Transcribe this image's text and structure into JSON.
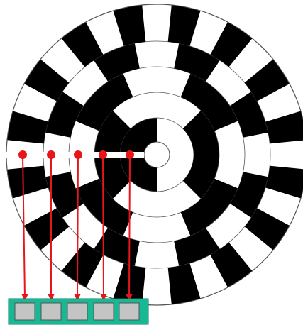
{
  "colors": {
    "ring_dark": "#000000",
    "ring_light": "#ffffff",
    "ring_outline": "#555555",
    "reader_line": "#e8151b",
    "reader_dot": "#e8151b",
    "sensor_board": "#18b894",
    "sensor_cell": "#c4c4c4"
  },
  "encoder": {
    "track_count": 5,
    "segments_per_track": [
      2,
      4,
      8,
      16,
      32
    ],
    "read_angle": "left-horizontal"
  },
  "readers": {
    "count": 5
  },
  "sensor_board": {
    "cell_count": 5
  }
}
